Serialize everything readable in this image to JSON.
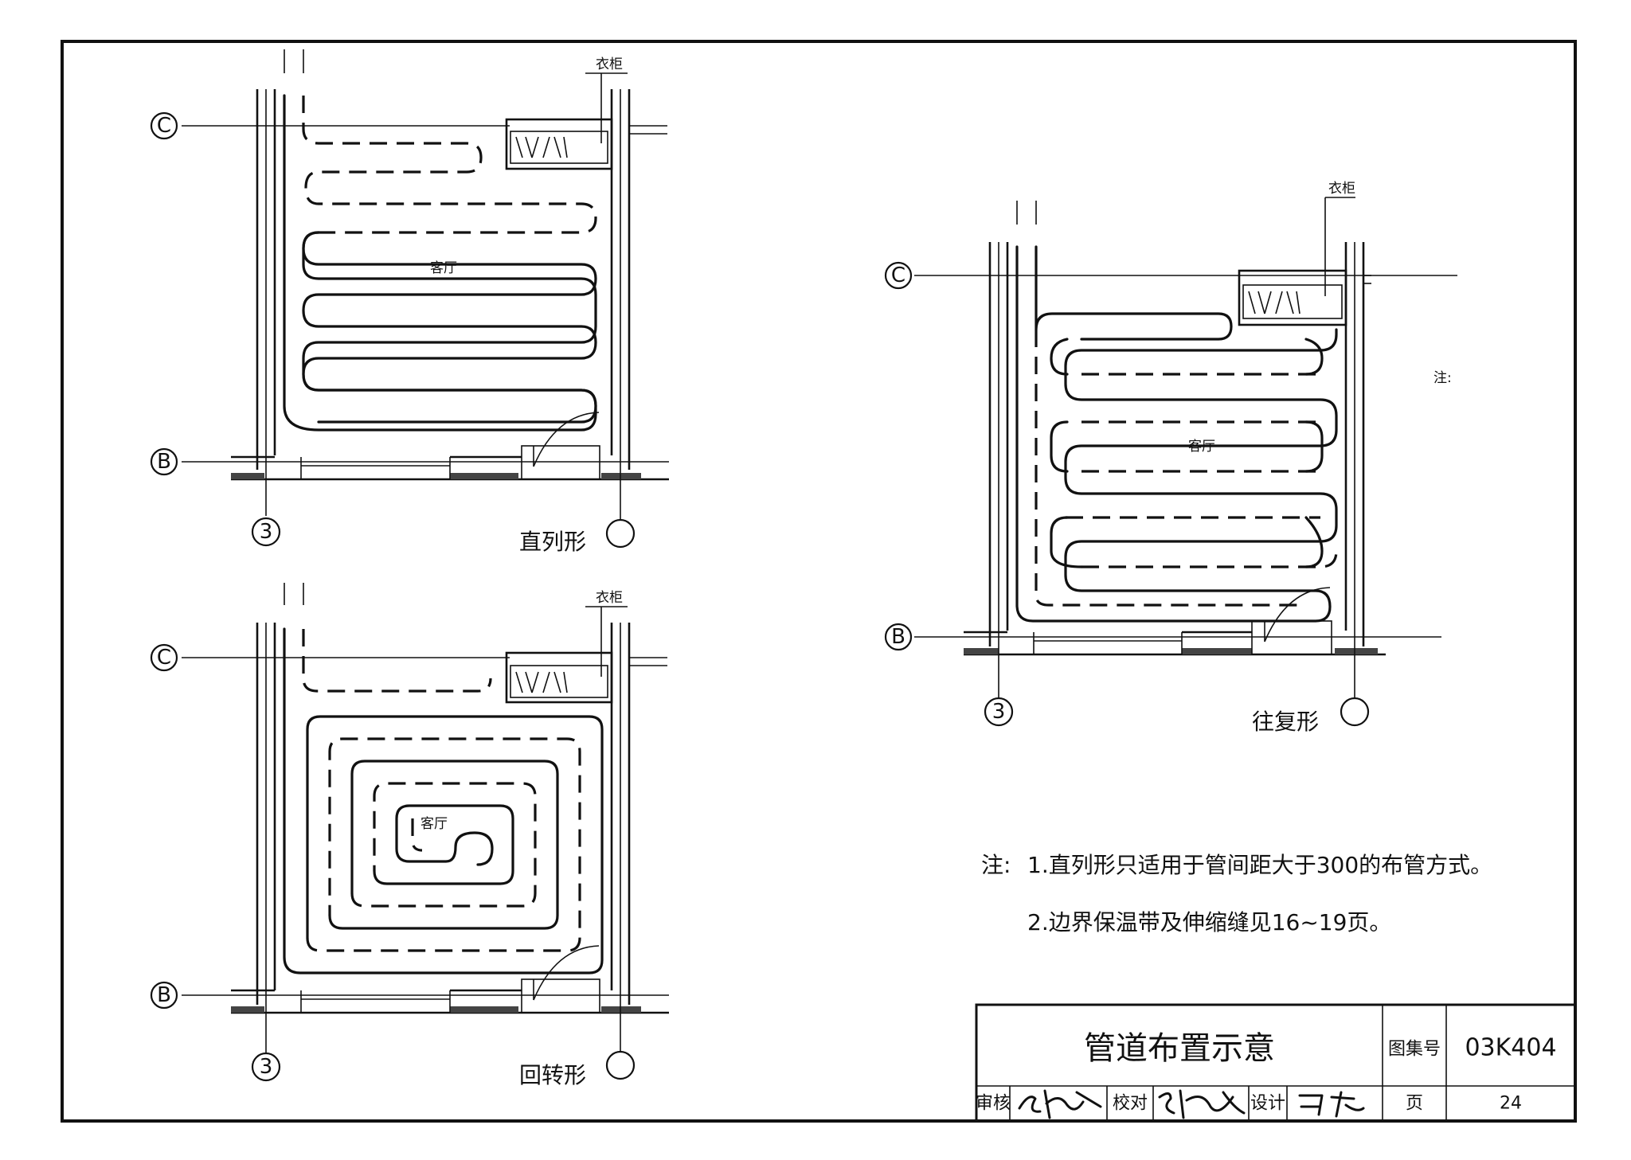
{
  "plans": {
    "straight": {
      "title": "直列形",
      "room": "客厅",
      "wardrobe": "衣柜",
      "axis_c": "C",
      "axis_b": "B",
      "axis_3": "3"
    },
    "spiral": {
      "title": "回转形",
      "room": "客厅",
      "wardrobe": "衣柜",
      "axis_c": "C",
      "axis_b": "B",
      "axis_3": "3"
    },
    "reciprocating": {
      "title": "往复形",
      "room": "客厅",
      "wardrobe": "衣柜",
      "axis_c": "C",
      "axis_b": "B",
      "axis_3": "3"
    }
  },
  "stray_note_label": "注:",
  "notes": {
    "prefix": "注:",
    "items": [
      "1.直列形只适用于管间距大于300的布管方式。",
      "2.边界保温带及伸缩缝见16~19页。"
    ]
  },
  "title_block": {
    "title": "管道布置示意",
    "atlas_label": "图集号",
    "atlas_no": "03K404",
    "review_label": "审核",
    "check_label": "校对",
    "design_label": "设计",
    "page_label": "页",
    "page_no": "24",
    "review_signature": "乌鹏云",
    "check_signature": "张春雨",
    "design_signature": "王斌"
  }
}
